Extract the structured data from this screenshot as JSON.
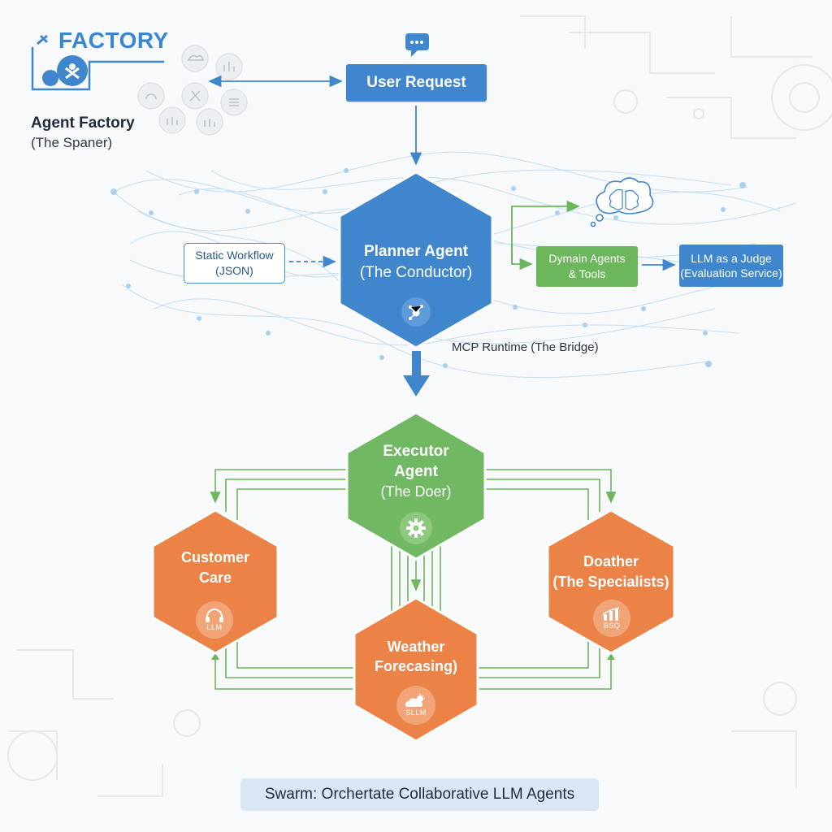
{
  "factory": {
    "logo_text": "FACTORY",
    "name": "Agent Factory",
    "subtitle": "(The Spaner)"
  },
  "user_request": {
    "label": "User Request"
  },
  "static_workflow": {
    "line1": "Static Workflow",
    "line2": "(JSON)"
  },
  "planner": {
    "title": "Planner Agent",
    "subtitle": "(The Conductor)"
  },
  "domain_agents": {
    "line1": "Dymain Agents",
    "line2": "& Tools"
  },
  "judge": {
    "line1": "LLM as a Judge",
    "line2": "(Evaluation Service)"
  },
  "mcp_runtime": {
    "label": "MCP Runtime (The Bridge)"
  },
  "executor": {
    "line1": "Executor",
    "line2": "Agent",
    "line3": "(The Doer)"
  },
  "customer_care": {
    "line1": "Customer",
    "line2": "Care",
    "icon_label": "LLM"
  },
  "weather": {
    "line1": "Weather",
    "line2": "Forecasing)",
    "icon_label": "SLLM"
  },
  "specialists": {
    "line1": "Doather",
    "line2": "(The Specialists)",
    "icon_label": "BSQ"
  },
  "footer": {
    "label": "Swarm: Orchertate Collaborative LLM Agents"
  },
  "colors": {
    "blue": "#3f86cc",
    "green": "#6cb65c",
    "orange": "#eb8246",
    "light_blue": "#d9e7f4"
  }
}
